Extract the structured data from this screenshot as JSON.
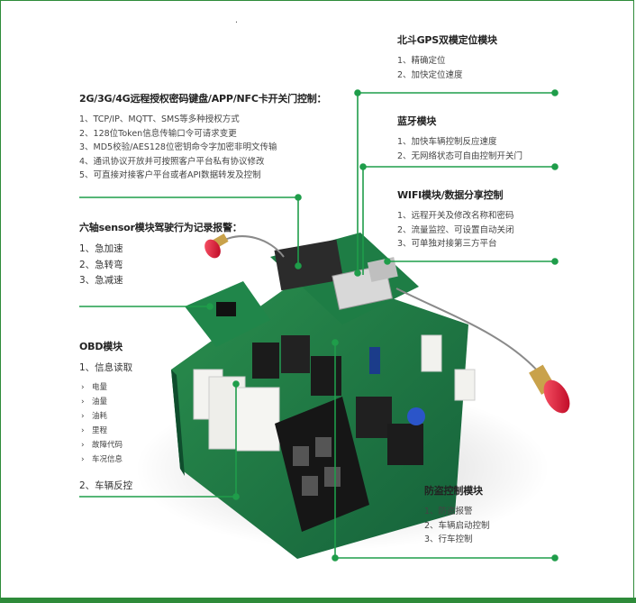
{
  "top_mark": ".",
  "modules": {
    "gps": {
      "title": "北斗GPS双模定位模块",
      "items": [
        "1、精确定位",
        "2、加快定位速度"
      ]
    },
    "remote": {
      "title": "2G/3G/4G远程授权密码键盘/APP/NFC卡开关门控制：",
      "items": [
        "1、TCP/IP、MQTT、SMS等多种授权方式",
        "2、128位Token信息传输口令可请求变更",
        "3、MD5校验/AES128位密钥命令字加密非明文传输",
        "4、通讯协议开放并可按照客户平台私有协议修改",
        "5、可直接对接客户平台或者API数据转发及控制"
      ]
    },
    "bluetooth": {
      "title": "蓝牙模块",
      "items": [
        "1、加快车辆控制反应速度",
        "2、无网络状态可自由控制开关门"
      ]
    },
    "wifi": {
      "title": "WIFI模块/数据分享控制",
      "items": [
        "1、远程开关及修改名称和密码",
        "2、流量监控、可设置自动关闭",
        "3、可单独对接第三方平台"
      ]
    },
    "sensor": {
      "title": "六轴sensor模块驾驶行为记录报警：",
      "items": [
        "1、急加速",
        "2、急转弯",
        "3、急减速"
      ]
    },
    "obd": {
      "title": "OBD模块",
      "item1": "1、信息读取",
      "subitems": [
        "电量",
        "油量",
        "油耗",
        "里程",
        "故障代码",
        "车况信息"
      ],
      "item2": "2、车辆反控"
    },
    "antitheft": {
      "title": "防盗控制模块",
      "items": [
        "1、防盗报警",
        "2、车辆启动控制",
        "3、行车控制"
      ]
    }
  },
  "colors": {
    "accent": "#1f9d4a",
    "frame": "#2e8b3a",
    "pcb": "#1f7a3f"
  },
  "icons": {
    "bullet": "chevron-right-icon",
    "connector_dot": "dot-icon"
  }
}
